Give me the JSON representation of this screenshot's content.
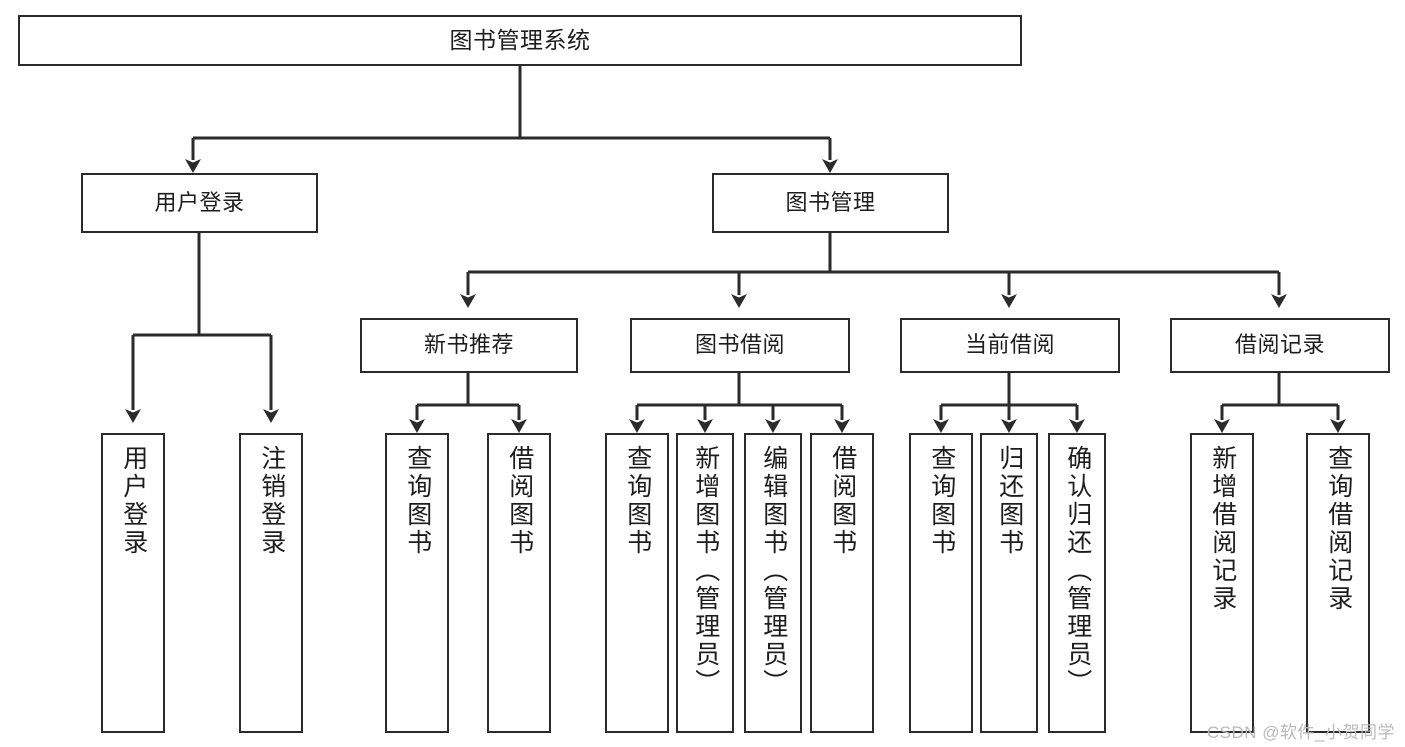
{
  "diagram": {
    "type": "tree-hierarchy-diagram",
    "title": "图书管理系统",
    "stroke_color": "#2b2b2b",
    "background_color": "#ffffff",
    "root": {
      "label": "图书管理系统"
    },
    "level2": [
      {
        "label": "用户登录"
      },
      {
        "label": "图书管理"
      }
    ],
    "level3": [
      {
        "label": "新书推荐"
      },
      {
        "label": "图书借阅"
      },
      {
        "label": "当前借阅"
      },
      {
        "label": "借阅记录"
      }
    ],
    "leaves": {
      "user_login": [
        {
          "label": "用户登录"
        },
        {
          "label": "注销登录"
        }
      ],
      "new_book_recommend": [
        {
          "label": "查询图书"
        },
        {
          "label": "借阅图书"
        }
      ],
      "book_borrow": [
        {
          "label": "查询图书"
        },
        {
          "label": "新增图书（管理员）"
        },
        {
          "label": "编辑图书（管理员）"
        },
        {
          "label": "借阅图书"
        }
      ],
      "current_borrow": [
        {
          "label": "查询图书"
        },
        {
          "label": "归还图书"
        },
        {
          "label": "确认归还（管理员）"
        }
      ],
      "borrow_record": [
        {
          "label": "新增借阅记录"
        },
        {
          "label": "查询借阅记录"
        }
      ]
    }
  },
  "watermark": {
    "text": "CSDN @软件_小贺同学"
  }
}
